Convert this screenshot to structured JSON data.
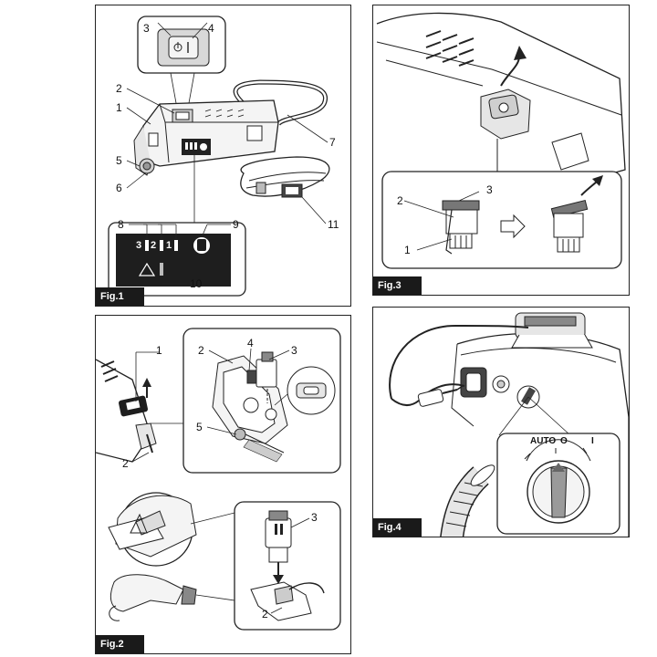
{
  "figures": {
    "fig1": {
      "label": "Fig.1",
      "callouts": [
        "3",
        "4",
        "2",
        "1",
        "5",
        "6",
        "7",
        "8",
        "9",
        "10",
        "11"
      ],
      "indicator_levels": [
        "3",
        "2",
        "1"
      ],
      "icons": [
        "battery-level-icon",
        "dust-bag-full-icon",
        "warning-icon"
      ]
    },
    "fig2": {
      "label": "Fig.2",
      "callouts": [
        "1",
        "2",
        "2",
        "4",
        "3",
        "5",
        "3",
        "2"
      ]
    },
    "fig3": {
      "label": "Fig.3",
      "callouts": [
        "3",
        "2",
        "1"
      ],
      "icons": [
        "arrow-up-icon",
        "arrow-right-icon"
      ]
    },
    "fig4": {
      "label": "Fig.4",
      "switch_positions": [
        "AUTO",
        "O",
        "I"
      ]
    }
  }
}
